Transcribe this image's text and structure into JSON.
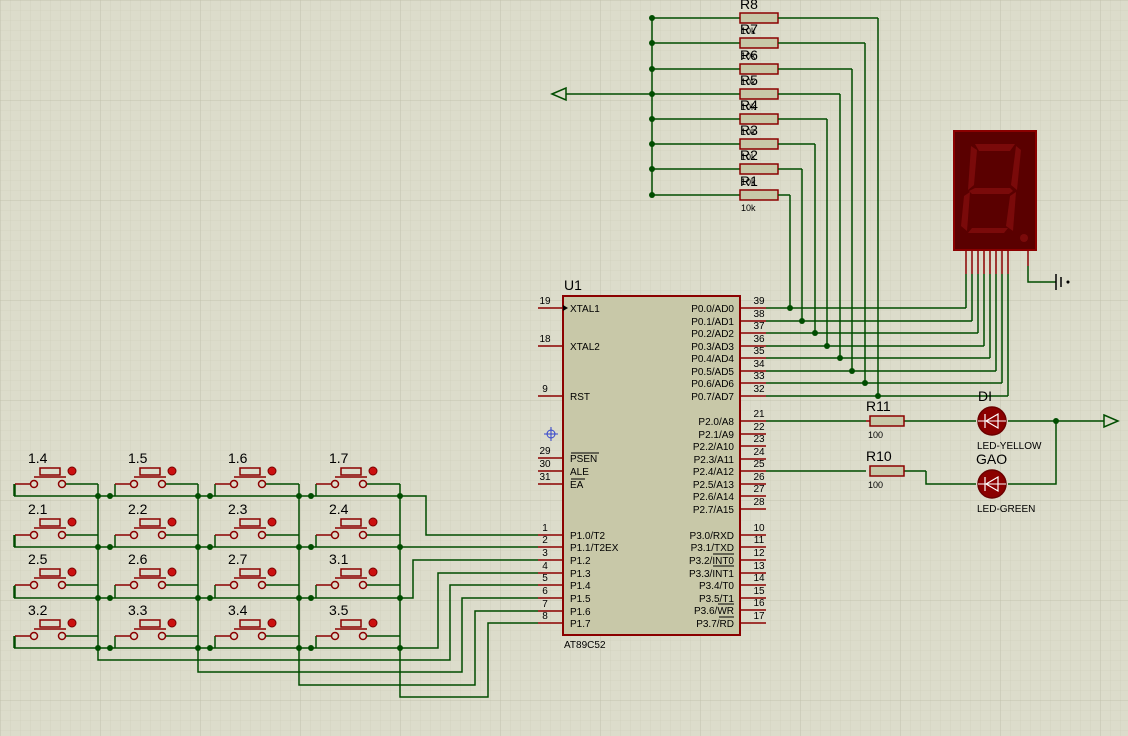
{
  "schematic": {
    "mcu": {
      "ref": "U1",
      "part": "AT89C52",
      "left_pins": [
        {
          "num": "19",
          "name": "XTAL1"
        },
        {
          "num": "18",
          "name": "XTAL2"
        },
        {
          "num": "9",
          "name": "RST"
        },
        {
          "num": "29",
          "name": "PSEN"
        },
        {
          "num": "30",
          "name": "ALE"
        },
        {
          "num": "31",
          "name": "EA"
        },
        {
          "num": "1",
          "name": "P1.0/T2"
        },
        {
          "num": "2",
          "name": "P1.1/T2EX"
        },
        {
          "num": "3",
          "name": "P1.2"
        },
        {
          "num": "4",
          "name": "P1.3"
        },
        {
          "num": "5",
          "name": "P1.4"
        },
        {
          "num": "6",
          "name": "P1.5"
        },
        {
          "num": "7",
          "name": "P1.6"
        },
        {
          "num": "8",
          "name": "P1.7"
        }
      ],
      "right_pins": [
        {
          "num": "39",
          "name": "P0.0/AD0"
        },
        {
          "num": "38",
          "name": "P0.1/AD1"
        },
        {
          "num": "37",
          "name": "P0.2/AD2"
        },
        {
          "num": "36",
          "name": "P0.3/AD3"
        },
        {
          "num": "35",
          "name": "P0.4/AD4"
        },
        {
          "num": "34",
          "name": "P0.5/AD5"
        },
        {
          "num": "33",
          "name": "P0.6/AD6"
        },
        {
          "num": "32",
          "name": "P0.7/AD7"
        },
        {
          "num": "21",
          "name": "P2.0/A8"
        },
        {
          "num": "22",
          "name": "P2.1/A9"
        },
        {
          "num": "23",
          "name": "P2.2/A10"
        },
        {
          "num": "24",
          "name": "P2.3/A11"
        },
        {
          "num": "25",
          "name": "P2.4/A12"
        },
        {
          "num": "26",
          "name": "P2.5/A13"
        },
        {
          "num": "27",
          "name": "P2.6/A14"
        },
        {
          "num": "28",
          "name": "P2.7/A15"
        },
        {
          "num": "10",
          "name": "P3.0/RXD"
        },
        {
          "num": "11",
          "name": "P3.1/TXD"
        },
        {
          "num": "12",
          "name": "P3.2/INT0"
        },
        {
          "num": "13",
          "name": "P3.3/INT1"
        },
        {
          "num": "14",
          "name": "P3.4/T0"
        },
        {
          "num": "15",
          "name": "P3.5/T1"
        },
        {
          "num": "16",
          "name": "P3.6/WR"
        },
        {
          "num": "17",
          "name": "P3.7/RD"
        }
      ]
    },
    "pullups": [
      {
        "ref": "R8",
        "value": "10k"
      },
      {
        "ref": "R7",
        "value": "10k"
      },
      {
        "ref": "R6",
        "value": "10k"
      },
      {
        "ref": "R5",
        "value": "10k"
      },
      {
        "ref": "R4",
        "value": "10k"
      },
      {
        "ref": "R3",
        "value": "10k"
      },
      {
        "ref": "R2",
        "value": "10k"
      },
      {
        "ref": "R1",
        "value": "10k"
      }
    ],
    "resistors": [
      {
        "ref": "R11",
        "value": "100"
      },
      {
        "ref": "R10",
        "value": "100"
      }
    ],
    "leds": [
      {
        "ref": "DI",
        "part": "LED-YELLOW"
      },
      {
        "ref": "GAO",
        "part": "LED-GREEN"
      }
    ],
    "keypad": [
      [
        "1.4",
        "1.5",
        "1.6",
        "1.7"
      ],
      [
        "2.1",
        "2.2",
        "2.3",
        "2.4"
      ],
      [
        "2.5",
        "2.6",
        "2.7",
        "3.1"
      ],
      [
        "3.2",
        "3.3",
        "3.4",
        "3.5"
      ]
    ],
    "colors": {
      "wire": "#004d00",
      "component": "#8b0000",
      "body": "#c8c8a8",
      "background": "#dcdccb",
      "grid": "#c9c9b6",
      "display_bg": "#5a0000",
      "segment": "#7a0a0a"
    }
  }
}
